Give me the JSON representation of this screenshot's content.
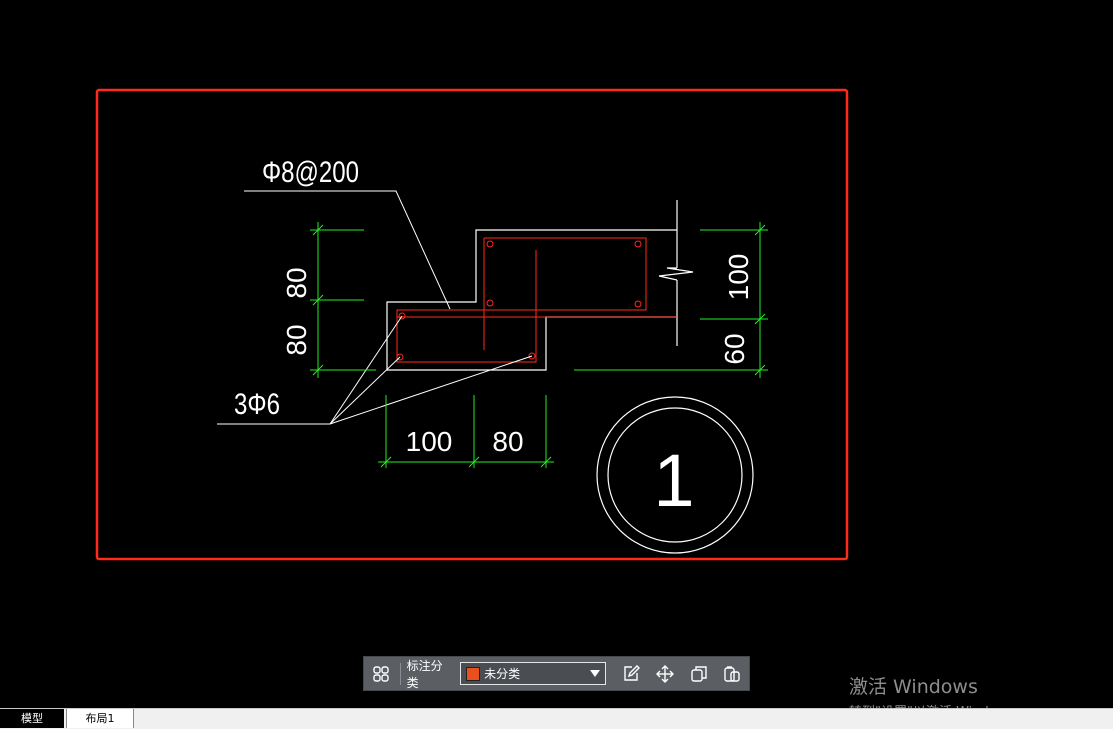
{
  "drawing": {
    "stirrup_label": "Φ8@200",
    "bar_label": "3Φ6",
    "dim_left_top": "80",
    "dim_left_bottom": "80",
    "dim_bottom_left": "100",
    "dim_bottom_right": "80",
    "dim_right_top": "100",
    "dim_right_bottom": "60",
    "section_number": "1",
    "colors": {
      "frame": "#ff2a1a",
      "outline": "#ffffff",
      "rebar": "#ff2a1a",
      "dimension": "#22ee22"
    }
  },
  "toolbar": {
    "category_label": "标注分类",
    "category_value": "未分类",
    "category_color": "#e8501e",
    "icons": [
      "grid-icon",
      "edit-icon",
      "move-icon",
      "copy-icon",
      "paste-icon"
    ]
  },
  "tabs": {
    "model": "模型",
    "layout": "布局1"
  },
  "watermark": {
    "title": "激活 Windows",
    "subtitle": "转到\"设置\"以激活 Windows。"
  }
}
